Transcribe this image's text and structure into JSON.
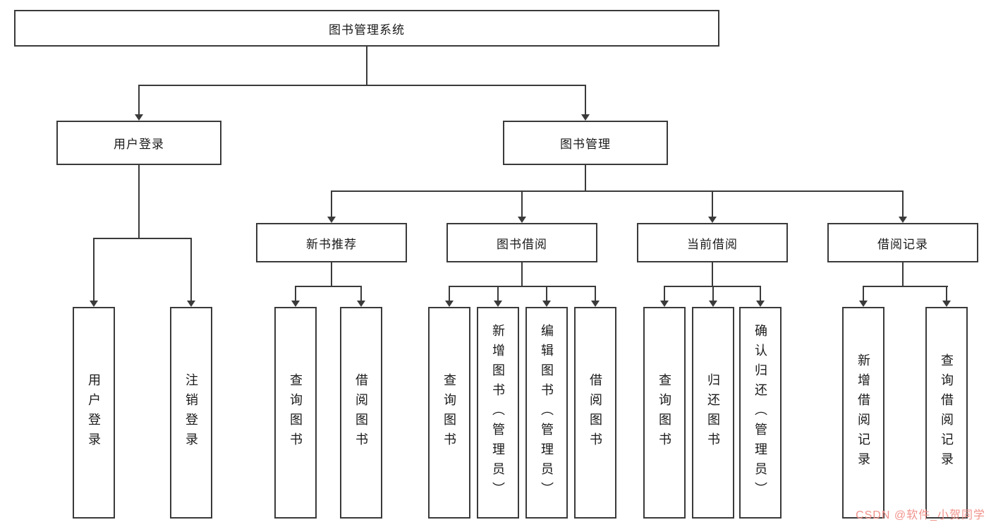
{
  "diagram": {
    "root": {
      "label": "图书管理系统"
    },
    "branches": [
      {
        "label": "用户登录",
        "children": [
          {
            "label": "用户登录"
          },
          {
            "label": "注销登录"
          }
        ]
      },
      {
        "label": "图书管理",
        "children": [
          {
            "label": "新书推荐",
            "children": [
              {
                "label": "查询图书"
              },
              {
                "label": "借阅图书"
              }
            ]
          },
          {
            "label": "图书借阅",
            "children": [
              {
                "label": "查询图书"
              },
              {
                "label": "新增图书（管理员）"
              },
              {
                "label": "编辑图书（管理员）"
              },
              {
                "label": "借阅图书"
              }
            ]
          },
          {
            "label": "当前借阅",
            "children": [
              {
                "label": "查询图书"
              },
              {
                "label": "归还图书"
              },
              {
                "label": "确认归还（管理员）"
              }
            ]
          },
          {
            "label": "借阅记录",
            "children": [
              {
                "label": "新增借阅记录"
              },
              {
                "label": "查询借阅记录"
              }
            ]
          }
        ]
      }
    ]
  },
  "colors": {
    "line": "#3a3a3a",
    "watermark": "#f0928b"
  },
  "watermark": {
    "text": "CSDN @软件_小贺同学"
  }
}
